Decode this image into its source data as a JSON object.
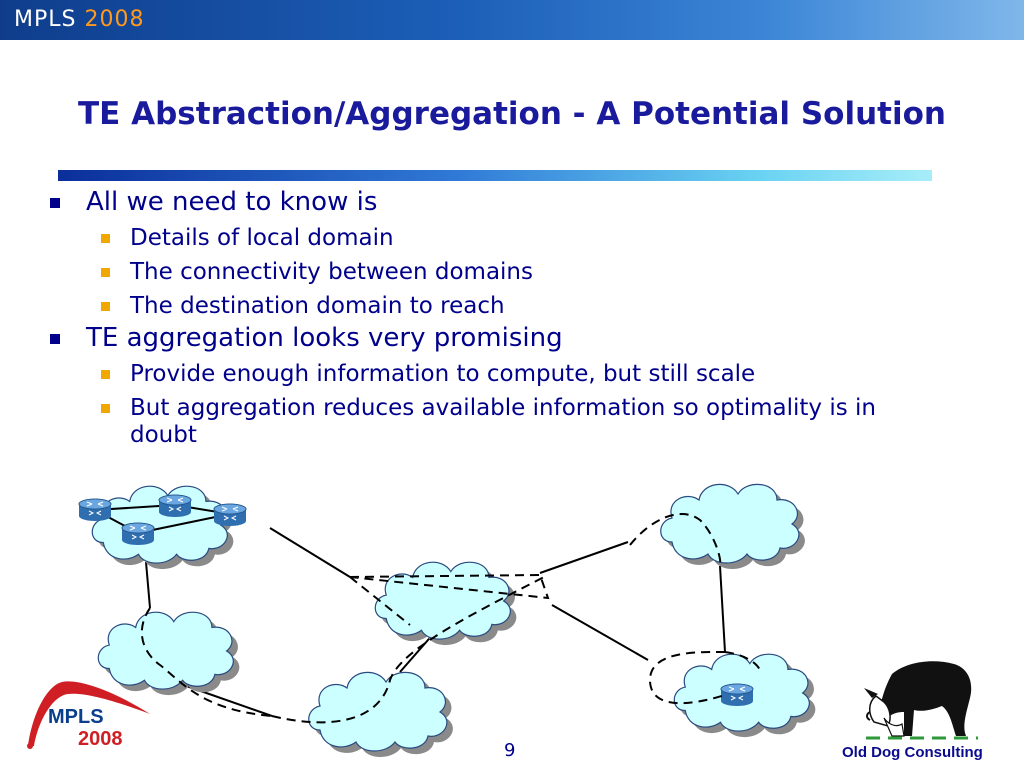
{
  "header": {
    "logo_text": "MPLS",
    "logo_year": "2008"
  },
  "slide": {
    "title": "TE Abstraction/Aggregation - A Potential Solution",
    "bullets": [
      {
        "text": "All we need to know is",
        "sub": [
          "Details of local domain",
          "The connectivity between domains",
          "The destination domain to reach"
        ]
      },
      {
        "text": "TE aggregation looks very promising",
        "sub": [
          "Provide enough information to compute, but still scale",
          "But aggregation reduces available information so optimality is in doubt"
        ]
      }
    ]
  },
  "footer": {
    "logo_text": "MPLS",
    "logo_year": "2008",
    "page_number": "9",
    "brand": "Old Dog Consulting"
  },
  "colors": {
    "title": "#1a1a9c",
    "bullet": "#00008b",
    "sub_bullet": "#f0a800",
    "cloud_fill": "#ccffff",
    "cloud_stroke": "#2a4a80"
  },
  "icons": [
    "router-icon",
    "cloud-icon",
    "dog-icon"
  ]
}
